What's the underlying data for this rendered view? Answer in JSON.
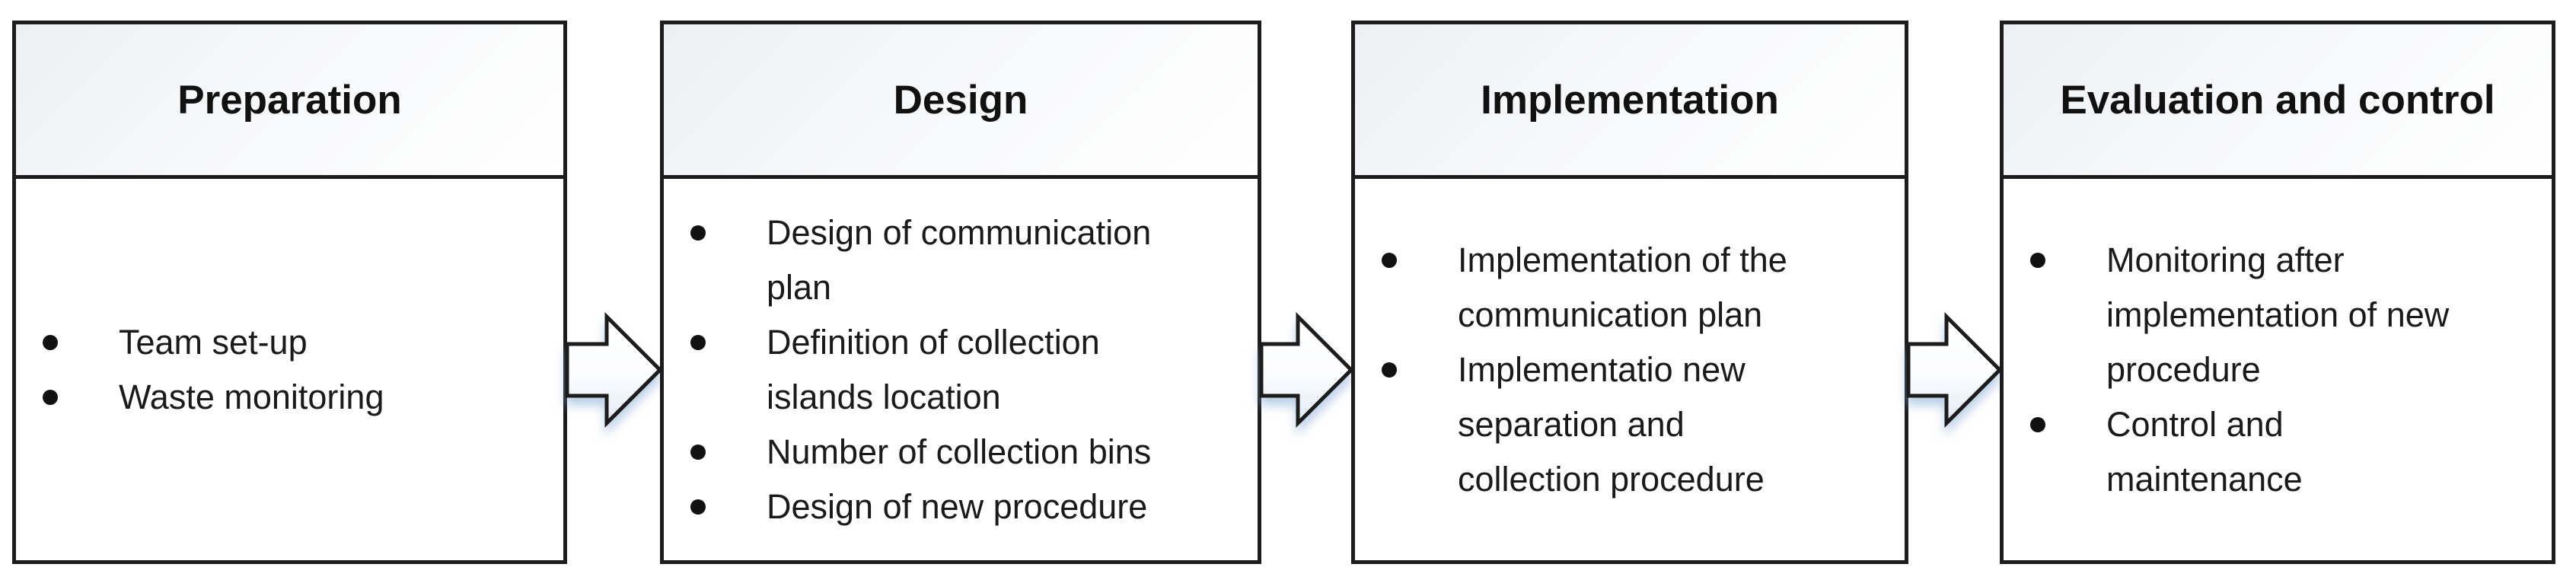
{
  "diagram": {
    "type": "process-flow",
    "boxes": [
      {
        "title": "Preparation",
        "bullets": [
          "Team set-up",
          "Waste monitoring"
        ]
      },
      {
        "title": "Design",
        "bullets": [
          "Design of communication\nplan",
          "Definition of collection\nislands location",
          "Number of collection bins",
          "Design of new procedure"
        ]
      },
      {
        "title": "Implementation",
        "bullets": [
          "Implementation of the\ncommunication plan",
          "Implementatio new\nseparation and\ncollection procedure"
        ]
      },
      {
        "title": "Evaluation and control",
        "bullets": [
          "Monitoring after\nimplementation of new\nprocedure",
          "Control and\nmaintenance"
        ]
      }
    ],
    "colors": {
      "box_border": "#1c1c1c",
      "title_text": "#111111",
      "body_text": "#1a1a1a",
      "header_gradient_start": "#edeff3",
      "header_gradient_end": "#ffffff",
      "arrow_fill_top": "#ffffff",
      "arrow_fill_bottom": "#e3ebf6",
      "arrow_shadow": "rgba(130,165,210,0.55)"
    }
  }
}
